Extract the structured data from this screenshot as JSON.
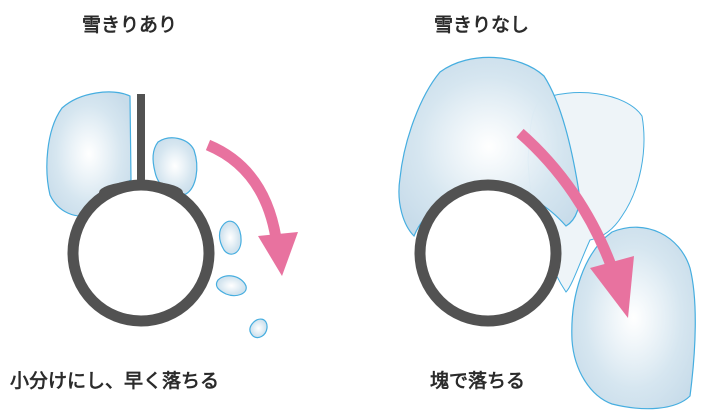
{
  "left_panel": {
    "title": "雪きりあり",
    "caption": "小分けにし、早く落ちる"
  },
  "right_panel": {
    "title": "雪きりなし",
    "caption": "塊で落ちる"
  },
  "colors": {
    "snow_fill": "#d3e4ef",
    "snow_edge": "#46aee0",
    "pipe": "#525252",
    "arrow": "#e8729f",
    "text": "#2b2b2b"
  }
}
